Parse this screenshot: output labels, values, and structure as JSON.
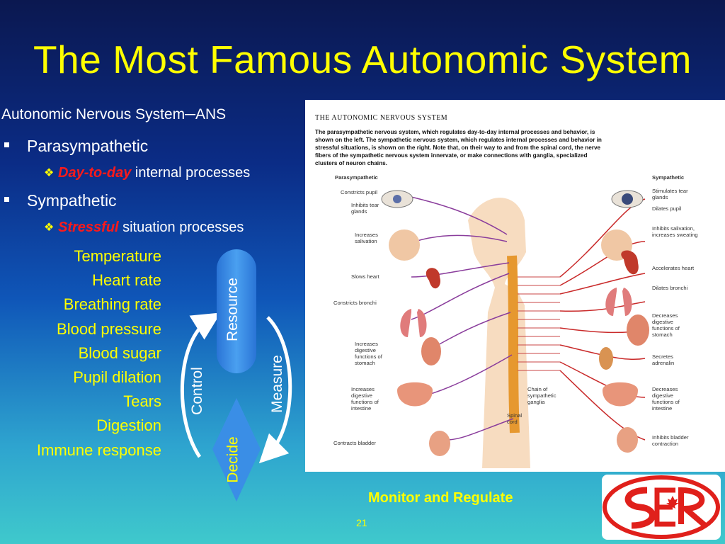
{
  "title": "The Most Famous Autonomic System",
  "left_text": {
    "heading": "Autonomic Nervous System─ANS",
    "bullets": [
      {
        "label": "Parasympathetic",
        "sub_highlight": "Day-to-day",
        "sub_rest": " internal processes"
      },
      {
        "label": "Sympathetic",
        "sub_highlight": "Stressful",
        "sub_rest": " situation processes"
      }
    ]
  },
  "vitals": [
    "Temperature",
    "Heart rate",
    "Breathing rate",
    "Blood pressure",
    "Blood sugar",
    "Pupil dilation",
    "Tears",
    "Digestion",
    "Immune response"
  ],
  "cycle": {
    "resource": "Resource",
    "measure": "Measure",
    "decide": "Decide",
    "control": "Control"
  },
  "figure": {
    "title": "THE AUTONOMIC NERVOUS SYSTEM",
    "description": "The parasympathetic nervous system, which regulates day-to-day internal processes and behavior, is shown on the left. The sympathetic nervous system, which regulates internal processes and behavior in stressful situations, is shown on the right. Note that, on their way to and from the spinal cord, the nerve fibers of the sympathetic nervous system innervate, or make connections with ganglia, specialized clusters of neuron chains.",
    "left_header": "Parasympathetic",
    "right_header": "Sympathetic",
    "left_labels": [
      "Constricts pupil",
      "Inhibits tear glands",
      "Increases salivation",
      "Slows heart",
      "Constricts bronchi",
      "Increases digestive functions of stomach",
      "Increases digestive functions of intestine",
      "Contracts bladder"
    ],
    "right_labels": [
      "Stimulates tear glands",
      "Dilates pupil",
      "Inhibits salivation, increases sweating",
      "Accelerates heart",
      "Dilates bronchi",
      "Decreases digestive functions of stomach",
      "Secretes adrenalin",
      "Decreases digestive functions of intestine",
      "Inhibits bladder contraction"
    ],
    "center_labels": [
      "Chain of sympathetic ganglia",
      "Spinal cord"
    ]
  },
  "footer": {
    "subtitle": "Monitor and Regulate",
    "page": "21"
  },
  "logo": {
    "text": "SER"
  },
  "colors": {
    "title": "#ffff00",
    "highlight": "#ff1a1a",
    "logo": "#e0201b"
  }
}
